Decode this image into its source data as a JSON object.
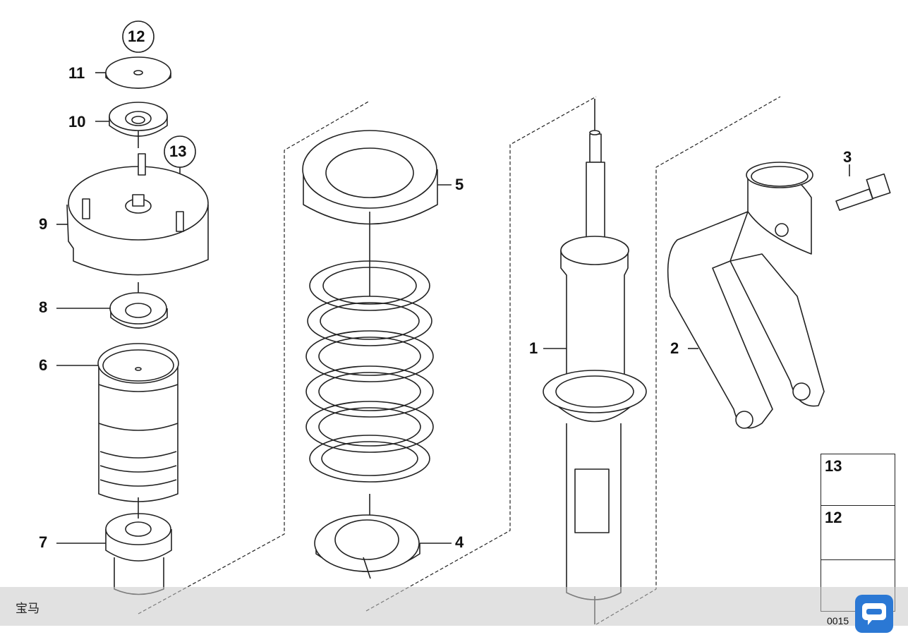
{
  "callouts": {
    "n1": "1",
    "n2": "2",
    "n3": "3",
    "n4": "4",
    "n5": "5",
    "n6": "6",
    "n7": "7",
    "n8": "8",
    "n9": "9",
    "n10": "10",
    "n11": "11",
    "n12": "12",
    "n13": "13"
  },
  "legend": {
    "top_num": "13",
    "mid_num": "12"
  },
  "footer": {
    "text": "宝马",
    "code": "0015"
  },
  "colors": {
    "line": "#222222",
    "footer_band": "#c8c8c8",
    "badge": "#2b78d4"
  },
  "icons": {
    "chat_badge": "car-chat-icon"
  }
}
